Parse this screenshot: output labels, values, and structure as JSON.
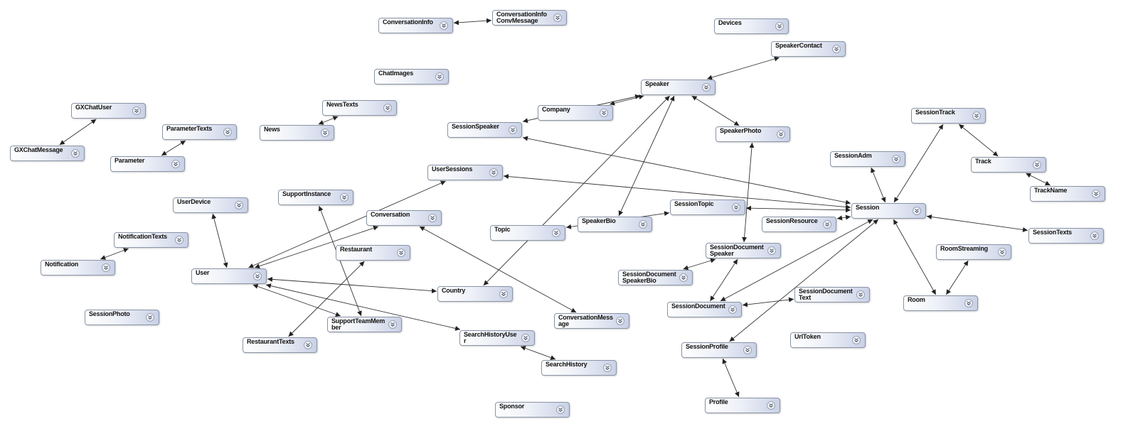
{
  "diagram": {
    "background": "#ffffff",
    "edge_color": "#333333",
    "entities": [
      {
        "id": "ConversationInfo",
        "label": "ConversationInfo",
        "expand_icon": "double-chevron-down-icon"
      },
      {
        "id": "ConversationInfoConvMessage",
        "label": "ConversationInfoConvMessage",
        "expand_icon": "double-chevron-down-icon"
      },
      {
        "id": "Devices",
        "label": "Devices",
        "expand_icon": "double-chevron-down-icon"
      },
      {
        "id": "SpeakerContact",
        "label": "SpeakerContact",
        "expand_icon": "double-chevron-down-icon"
      },
      {
        "id": "ChatImages",
        "label": "ChatImages",
        "expand_icon": "double-chevron-down-icon"
      },
      {
        "id": "Speaker",
        "label": "Speaker",
        "expand_icon": "double-chevron-down-icon"
      },
      {
        "id": "GXChatUser",
        "label": "GXChatUser",
        "expand_icon": "double-chevron-down-icon"
      },
      {
        "id": "NewsTexts",
        "label": "NewsTexts",
        "expand_icon": "double-chevron-down-icon"
      },
      {
        "id": "Company",
        "label": "Company",
        "expand_icon": "double-chevron-down-icon"
      },
      {
        "id": "ParameterTexts",
        "label": "ParameterTexts",
        "expand_icon": "double-chevron-down-icon"
      },
      {
        "id": "News",
        "label": "News",
        "expand_icon": "double-chevron-down-icon"
      },
      {
        "id": "SessionSpeaker",
        "label": "SessionSpeaker",
        "expand_icon": "double-chevron-down-icon"
      },
      {
        "id": "SpeakerPhoto",
        "label": "SpeakerPhoto",
        "expand_icon": "double-chevron-down-icon"
      },
      {
        "id": "SessionTrack",
        "label": "SessionTrack",
        "expand_icon": "double-chevron-down-icon"
      },
      {
        "id": "GXChatMessage",
        "label": "GXChatMessage",
        "expand_icon": "double-chevron-down-icon"
      },
      {
        "id": "Parameter",
        "label": "Parameter",
        "expand_icon": "double-chevron-down-icon"
      },
      {
        "id": "SessionAdm",
        "label": "SessionAdm",
        "expand_icon": "double-chevron-down-icon"
      },
      {
        "id": "Track",
        "label": "Track",
        "expand_icon": "double-chevron-down-icon"
      },
      {
        "id": "UserSessions",
        "label": "UserSessions",
        "expand_icon": "double-chevron-down-icon"
      },
      {
        "id": "TrackName",
        "label": "TrackName",
        "expand_icon": "double-chevron-down-icon"
      },
      {
        "id": "UserDevice",
        "label": "UserDevice",
        "expand_icon": "double-chevron-down-icon"
      },
      {
        "id": "SupportInstance",
        "label": "SupportInstance",
        "expand_icon": "double-chevron-down-icon"
      },
      {
        "id": "SessionTopic",
        "label": "SessionTopic",
        "expand_icon": "double-chevron-down-icon"
      },
      {
        "id": "Session",
        "label": "Session",
        "expand_icon": "double-chevron-down-icon"
      },
      {
        "id": "Conversation",
        "label": "Conversation",
        "expand_icon": "double-chevron-down-icon"
      },
      {
        "id": "SpeakerBio",
        "label": "SpeakerBio",
        "expand_icon": "double-chevron-down-icon"
      },
      {
        "id": "SessionResource",
        "label": "SessionResource",
        "expand_icon": "double-chevron-down-icon"
      },
      {
        "id": "Topic",
        "label": "Topic",
        "expand_icon": "double-chevron-down-icon"
      },
      {
        "id": "SessionTexts",
        "label": "SessionTexts",
        "expand_icon": "double-chevron-down-icon"
      },
      {
        "id": "NotificationTexts",
        "label": "NotificationTexts",
        "expand_icon": "double-chevron-down-icon"
      },
      {
        "id": "SessionDocumentSpeaker",
        "label": "SessionDocumentSpeaker",
        "expand_icon": "double-chevron-down-icon"
      },
      {
        "id": "Restaurant",
        "label": "Restaurant",
        "expand_icon": "double-chevron-down-icon"
      },
      {
        "id": "RoomStreaming",
        "label": "RoomStreaming",
        "expand_icon": "double-chevron-down-icon"
      },
      {
        "id": "Notification",
        "label": "Notification",
        "expand_icon": "double-chevron-down-icon"
      },
      {
        "id": "User",
        "label": "User",
        "expand_icon": "double-chevron-down-icon"
      },
      {
        "id": "SessionDocumentSpeakerBio",
        "label": "SessionDocumentSpeakerBio",
        "expand_icon": "double-chevron-down-icon"
      },
      {
        "id": "Country",
        "label": "Country",
        "expand_icon": "double-chevron-down-icon"
      },
      {
        "id": "SessionDocumentText",
        "label": "SessionDocumentText",
        "expand_icon": "double-chevron-down-icon"
      },
      {
        "id": "Room",
        "label": "Room",
        "expand_icon": "double-chevron-down-icon"
      },
      {
        "id": "SessionDocument",
        "label": "SessionDocument",
        "expand_icon": "double-chevron-down-icon"
      },
      {
        "id": "SessionPhoto",
        "label": "SessionPhoto",
        "expand_icon": "double-chevron-down-icon"
      },
      {
        "id": "ConversationMessage",
        "label": "ConversationMessage",
        "expand_icon": "double-chevron-down-icon"
      },
      {
        "id": "SupportTeamMember",
        "label": "SupportTeamMember",
        "expand_icon": "double-chevron-down-icon"
      },
      {
        "id": "SearchHistoryUser",
        "label": "SearchHistoryUser",
        "expand_icon": "double-chevron-down-icon"
      },
      {
        "id": "UrlToken",
        "label": "UrlToken",
        "expand_icon": "double-chevron-down-icon"
      },
      {
        "id": "RestaurantTexts",
        "label": "RestaurantTexts",
        "expand_icon": "double-chevron-down-icon"
      },
      {
        "id": "SessionProfile",
        "label": "SessionProfile",
        "expand_icon": "double-chevron-down-icon"
      },
      {
        "id": "SearchHistory",
        "label": "SearchHistory",
        "expand_icon": "double-chevron-down-icon"
      },
      {
        "id": "Sponsor",
        "label": "Sponsor",
        "expand_icon": "double-chevron-down-icon"
      },
      {
        "id": "Profile",
        "label": "Profile",
        "expand_icon": "double-chevron-down-icon"
      }
    ],
    "relationships": [
      {
        "from": "ConversationInfo",
        "to": "ConversationInfoConvMessage",
        "arrows": "both"
      },
      {
        "from": "SpeakerContact",
        "to": "Speaker",
        "arrows": "both"
      },
      {
        "from": "Company",
        "to": "Speaker",
        "arrows": "both"
      },
      {
        "from": "SessionSpeaker",
        "to": "Speaker",
        "arrows": "both"
      },
      {
        "from": "SpeakerPhoto",
        "to": "Speaker",
        "arrows": "both"
      },
      {
        "from": "SpeakerBio",
        "to": "Speaker",
        "arrows": "both"
      },
      {
        "from": "Country",
        "to": "Speaker",
        "arrows": "both"
      },
      {
        "from": "GXChatUser",
        "to": "GXChatMessage",
        "arrows": "both"
      },
      {
        "from": "ParameterTexts",
        "to": "Parameter",
        "arrows": "both"
      },
      {
        "from": "NewsTexts",
        "to": "News",
        "arrows": "both"
      },
      {
        "from": "SessionSpeaker",
        "to": "Session",
        "arrows": "both"
      },
      {
        "from": "UserSessions",
        "to": "Session",
        "arrows": "both"
      },
      {
        "from": "UserSessions",
        "to": "User",
        "arrows": "both"
      },
      {
        "from": "SessionTrack",
        "to": "Session",
        "arrows": "both"
      },
      {
        "from": "SessionTrack",
        "to": "Track",
        "arrows": "both"
      },
      {
        "from": "Track",
        "to": "TrackName",
        "arrows": "both"
      },
      {
        "from": "SessionAdm",
        "to": "Session",
        "arrows": "both"
      },
      {
        "from": "SessionTopic",
        "to": "Session",
        "arrows": "both"
      },
      {
        "from": "SessionTopic",
        "to": "Topic",
        "arrows": "both"
      },
      {
        "from": "SessionResource",
        "to": "Session",
        "arrows": "both"
      },
      {
        "from": "SessionTexts",
        "to": "Session",
        "arrows": "both"
      },
      {
        "from": "Room",
        "to": "Session",
        "arrows": "both"
      },
      {
        "from": "Room",
        "to": "RoomStreaming",
        "arrows": "both"
      },
      {
        "from": "SessionDocument",
        "to": "Session",
        "arrows": "both"
      },
      {
        "from": "SessionProfile",
        "to": "Session",
        "arrows": "both"
      },
      {
        "from": "SessionProfile",
        "to": "Profile",
        "arrows": "both"
      },
      {
        "from": "SessionDocumentSpeaker",
        "to": "SpeakerPhoto",
        "arrows": "both"
      },
      {
        "from": "SessionDocumentSpeaker",
        "to": "SessionDocument",
        "arrows": "both"
      },
      {
        "from": "SessionDocumentSpeaker",
        "to": "SessionDocumentSpeakerBio",
        "arrows": "both"
      },
      {
        "from": "SessionDocument",
        "to": "SessionDocumentText",
        "arrows": "both"
      },
      {
        "from": "UserDevice",
        "to": "User",
        "arrows": "both"
      },
      {
        "from": "NotificationTexts",
        "to": "Notification",
        "arrows": "both"
      },
      {
        "from": "Conversation",
        "to": "User",
        "arrows": "both"
      },
      {
        "from": "Conversation",
        "to": "ConversationMessage",
        "arrows": "both"
      },
      {
        "from": "User",
        "to": "Country",
        "arrows": "both"
      },
      {
        "from": "User",
        "to": "SupportTeamMember",
        "arrows": "both"
      },
      {
        "from": "User",
        "to": "SearchHistoryUser",
        "arrows": "both"
      },
      {
        "from": "SupportInstance",
        "to": "SupportTeamMember",
        "arrows": "both"
      },
      {
        "from": "Restaurant",
        "to": "RestaurantTexts",
        "arrows": "both"
      },
      {
        "from": "SearchHistoryUser",
        "to": "SearchHistory",
        "arrows": "both"
      }
    ]
  }
}
